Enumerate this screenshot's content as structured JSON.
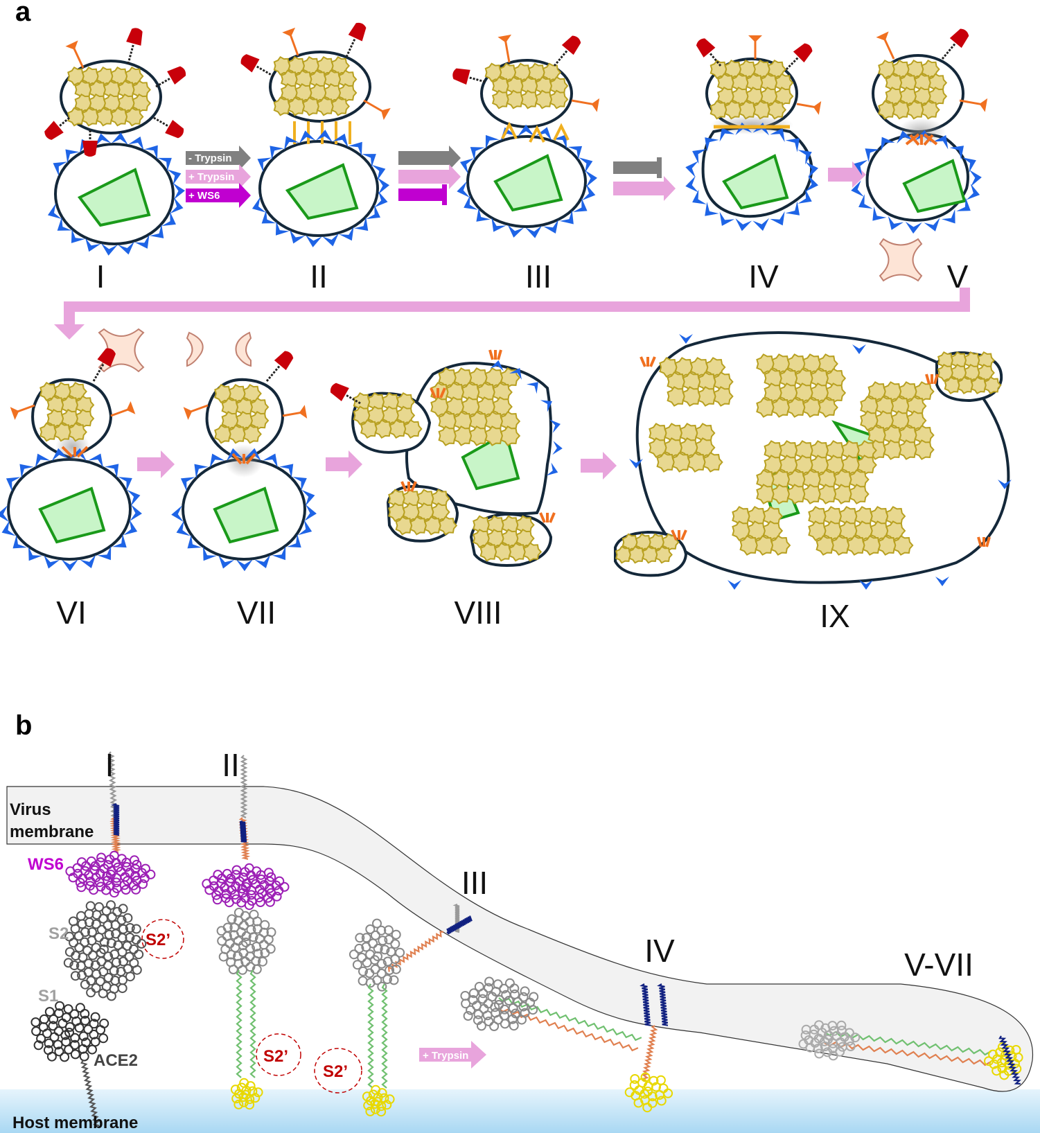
{
  "panel_a": {
    "label": "a",
    "stages": [
      "I",
      "II",
      "III",
      "IV",
      "V",
      "VI",
      "VII",
      "VIII",
      "IX"
    ],
    "arrow_labels": [
      "- Trypsin",
      "+ Trypsin",
      "+ WS6"
    ]
  },
  "panel_b": {
    "label": "b",
    "stages": [
      "I",
      "II",
      "III",
      "IV",
      "V-VII"
    ],
    "virus_membrane": [
      "Virus",
      "membrane"
    ],
    "host_membrane": "Host membrane",
    "ws6": "WS6",
    "s2": "S2",
    "s1": "S1",
    "ace2": "ACE2",
    "s2_prime": "S2’",
    "trypsin": "+ Trypsin"
  },
  "colors": {
    "pink_arrow": "#e8a4dc",
    "gray_arrow": "#808080",
    "magenta": "#c000d0",
    "ws6_purple": "#9c1fb5",
    "s2_red": "#c00000",
    "spike_red": "#c8000a",
    "spike_orange": "#f07020",
    "receptor_blue": "#1e64e6",
    "nucleocapsid": "#e8d890",
    "membrane_outline": "#14283a",
    "host_blue": "#bfe3f7"
  }
}
